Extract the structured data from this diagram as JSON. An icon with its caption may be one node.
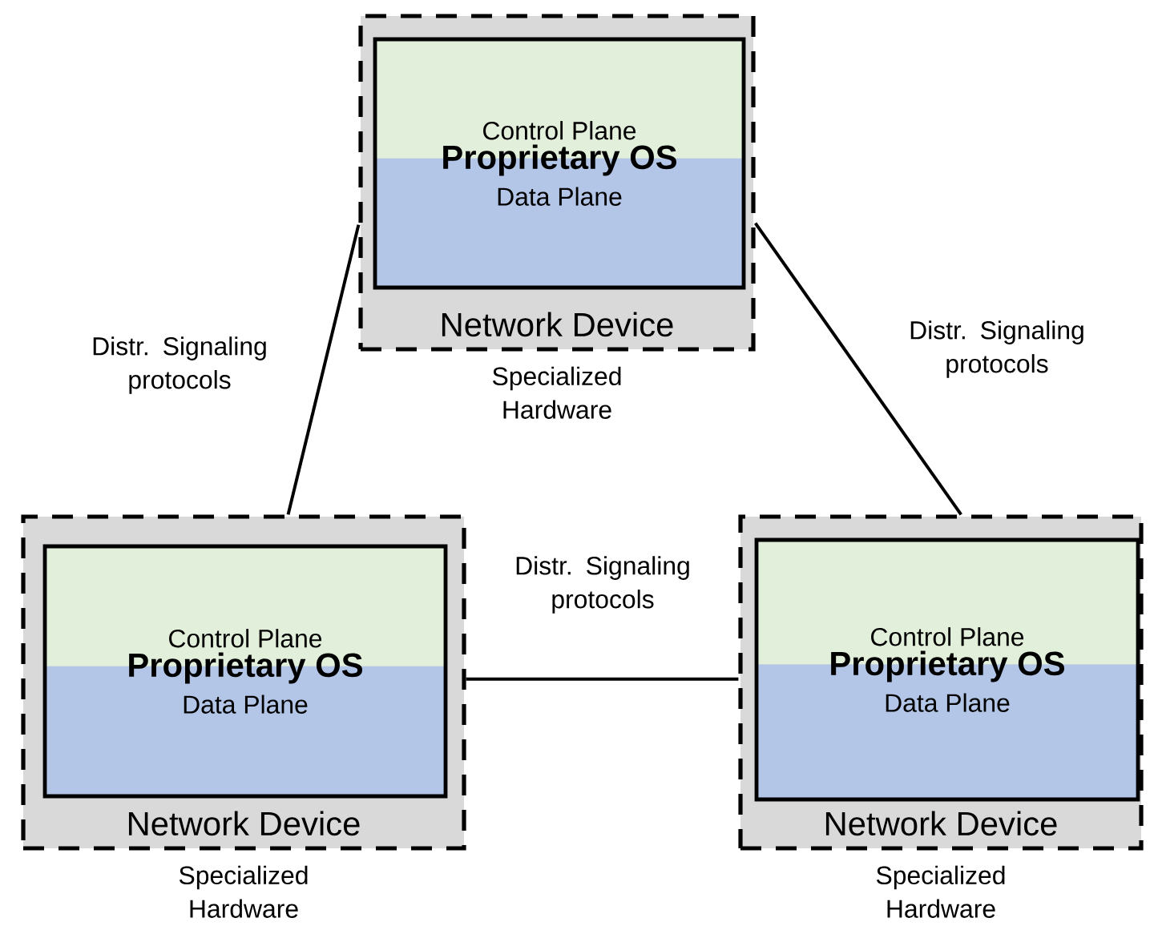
{
  "diagram": {
    "nodes": [
      {
        "text": [
          "Network Device"
        ],
        "beside": [
          "Specialized Hardware"
        ]
      },
      {
        "text": [
          "Control Plane",
          "Proprietary OS",
          "Data Plane"
        ],
        "in": 0
      },
      {
        "text": [
          "Network Device"
        ],
        "beside": [
          "Specialized Hardware"
        ]
      },
      {
        "text": [
          "Control Plane",
          "Proprietary OS",
          "Data Plane"
        ],
        "in": 2
      },
      {
        "text": [
          "Network Device"
        ],
        "beside": [
          "Specialized Hardware"
        ]
      },
      {
        "text": [
          "Control Plane",
          "Proprietary OS",
          "Data Plane"
        ],
        "in": 4
      }
    ],
    "edges": [
      {
        "from": 0,
        "to": 2,
        "arrow": "none",
        "label": "Distr. Signaling protocols"
      },
      {
        "from": 0,
        "to": 4,
        "arrow": "none",
        "label": "Distr. Signaling protocols"
      },
      {
        "from": 2,
        "to": 4,
        "arrow": "none",
        "label": "Distr. Signaling protocols"
      }
    ]
  }
}
